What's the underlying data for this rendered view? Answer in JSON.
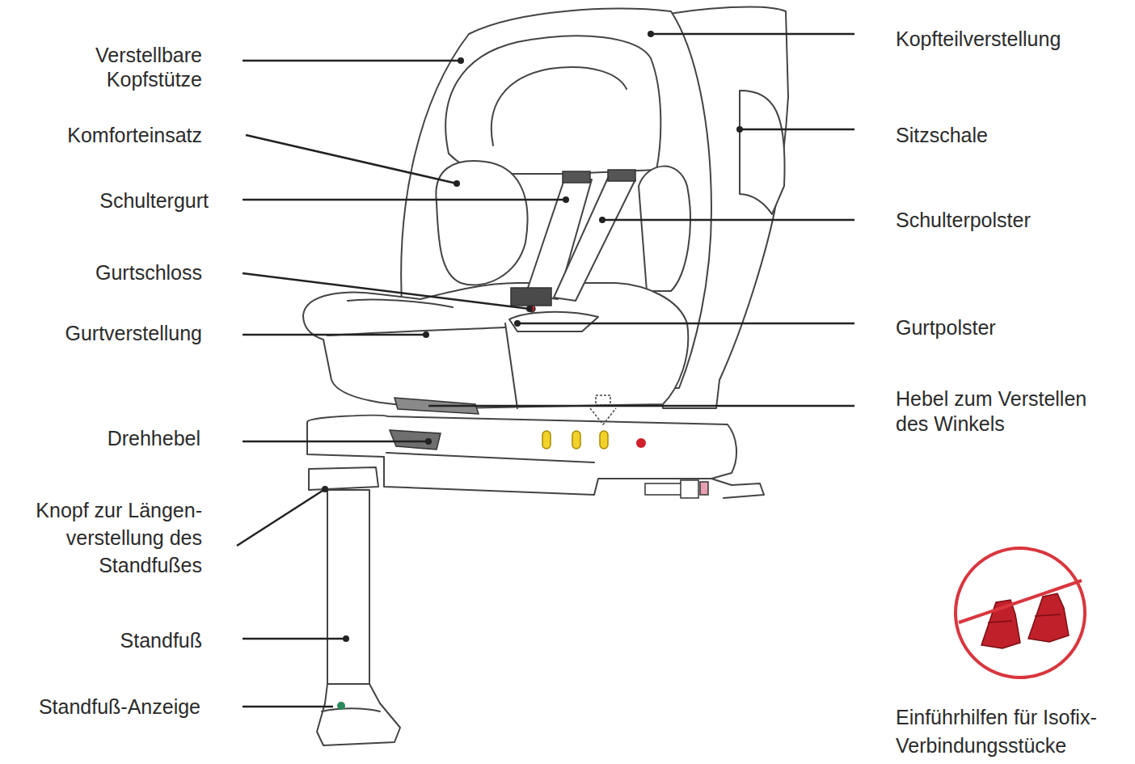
{
  "diagram": {
    "labels": [
      "Verstellbare Kopfstütze",
      "Komforteinsatz",
      "Schultergurt",
      "Gurtschloss",
      "Gurtverstellung",
      "Drehhebel",
      "Knopf zur Längen- verstellung des Standfußes",
      "Standfuß",
      "Standfuß-Anzeige",
      "Kopfteilverstellung",
      "Sitzschale",
      "Schulterpolster",
      "Gurtpolster",
      "Hebel zum Verstellen des Winkels",
      "Einführhilfen für Isofix- Verbindungsstücke"
    ]
  }
}
